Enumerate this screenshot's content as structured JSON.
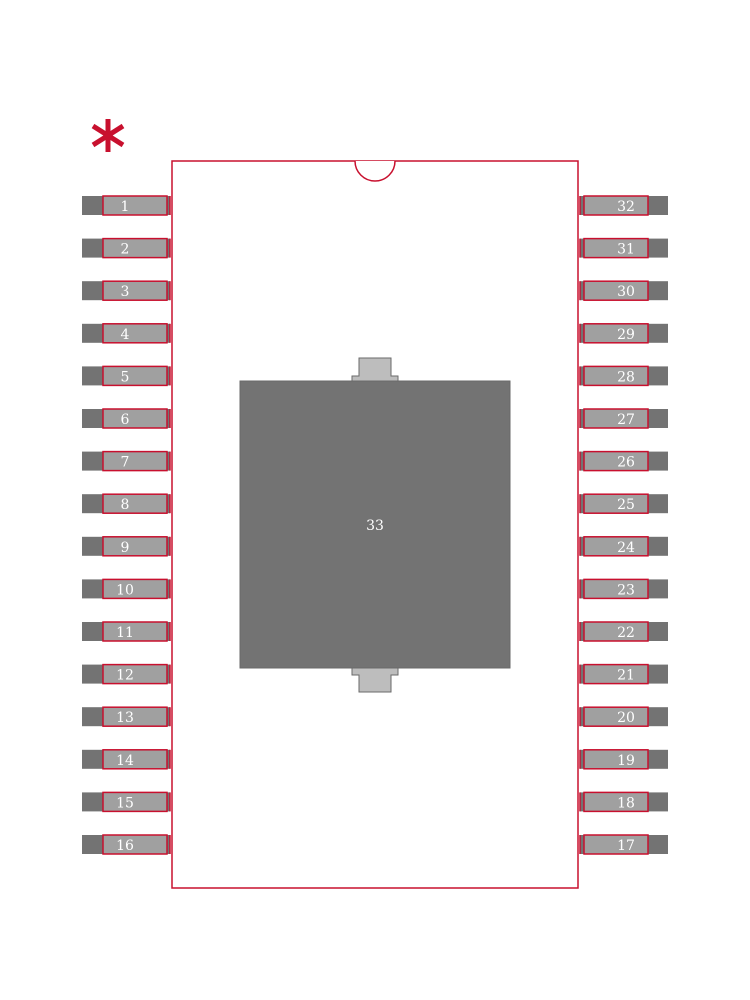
{
  "pin1_marker": "*",
  "pins": {
    "left": [
      "1",
      "2",
      "3",
      "4",
      "5",
      "6",
      "7",
      "8",
      "9",
      "10",
      "11",
      "12",
      "13",
      "14",
      "15",
      "16"
    ],
    "right": [
      "32",
      "31",
      "30",
      "29",
      "28",
      "27",
      "26",
      "25",
      "24",
      "23",
      "22",
      "21",
      "20",
      "19",
      "18",
      "17"
    ]
  },
  "thermal_pad": {
    "label": "33"
  },
  "colors": {
    "outline": "#c8102e",
    "copper_dark": "#737373",
    "pad_fill": "#a0a0a0",
    "tab_fill": "#bdbdbd",
    "label": "#ffffff",
    "background": "#ffffff"
  }
}
